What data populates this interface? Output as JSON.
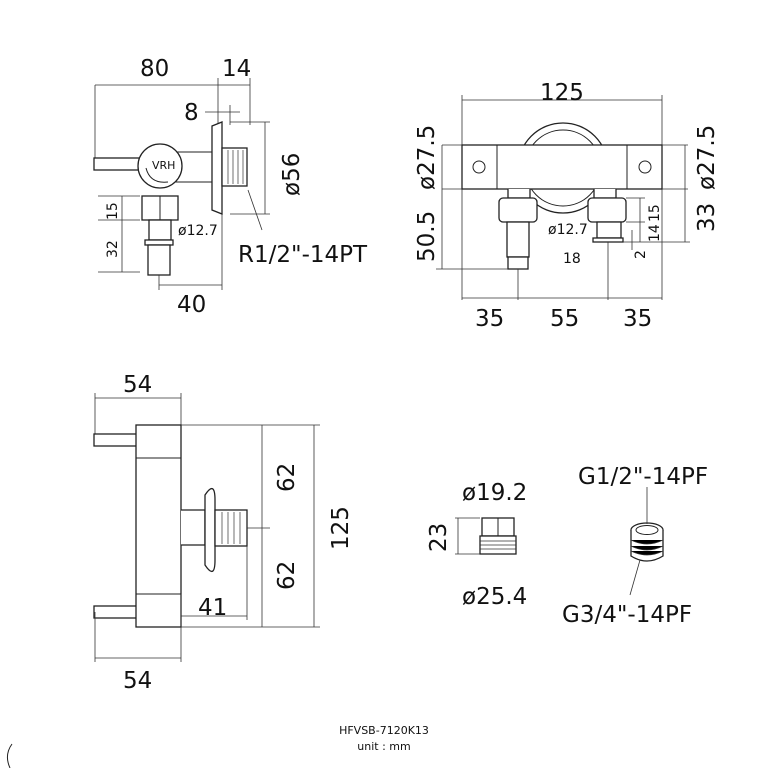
{
  "side_view": {
    "dim_80": "80",
    "dim_14": "14",
    "dim_8": "8",
    "dim_d56": "ø56",
    "dim_15": "15",
    "dim_32": "32",
    "dim_d12_7": "ø12.7",
    "thread": "R1/2\"-14PT",
    "dim_40": "40",
    "logo": "VRH"
  },
  "front_view": {
    "dim_125": "125",
    "dim_d27_5_left": "ø27.5",
    "dim_d27_5_right": "ø27.5",
    "dim_50_5": "50.5",
    "dim_33": "33",
    "dim_15": "15",
    "dim_14": "14",
    "dim_2": "2",
    "dim_d12_7": "ø12.7",
    "dim_18": "18",
    "dim_35_left": "35",
    "dim_55": "55",
    "dim_35_right": "35"
  },
  "top_view": {
    "dim_54_top": "54",
    "dim_62_top": "62",
    "dim_125": "125",
    "dim_62_bottom": "62",
    "dim_41": "41",
    "dim_54_bottom": "54"
  },
  "adapter_view": {
    "dim_d19_2": "ø19.2",
    "dim_23": "23",
    "dim_d25_4": "ø25.4",
    "thread_top": "G1/2\"-14PF",
    "thread_bottom": "G3/4\"-14PF"
  },
  "footer": {
    "model": "HFVSB-7120K13",
    "unit": "unit : mm"
  }
}
